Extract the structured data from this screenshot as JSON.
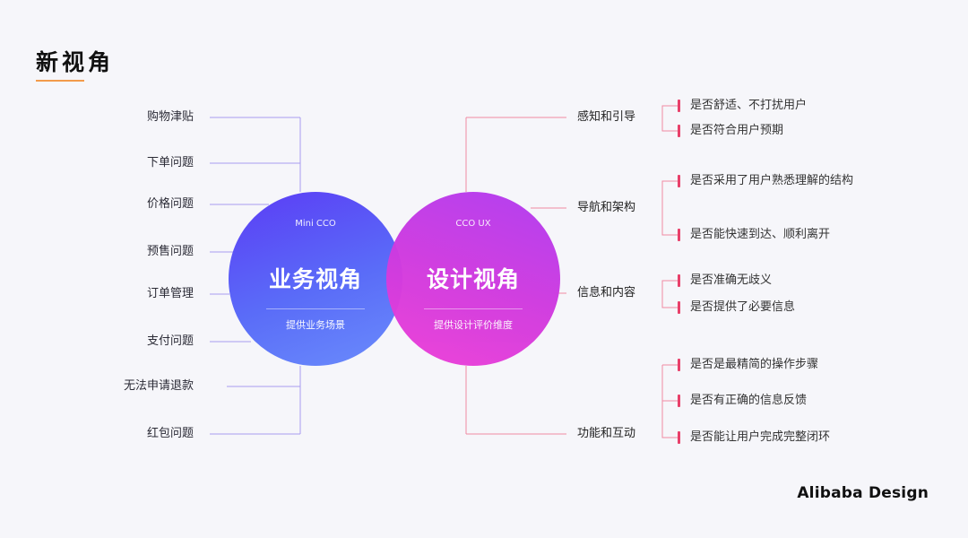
{
  "title": "新视角",
  "business": {
    "en": "Mini CCO",
    "name": "业务视角",
    "desc": "提供业务场景",
    "items": [
      "购物津贴",
      "下单问题",
      "价格问题",
      "预售问题",
      "订单管理",
      "支付问题",
      "无法申请退款",
      "红包问题"
    ]
  },
  "design": {
    "en": "CCO UX",
    "name": "设计视角",
    "desc": "提供设计评价维度",
    "categories": [
      {
        "label": "感知和引导",
        "subs": [
          "是否舒适、不打扰用户",
          "是否符合用户预期"
        ]
      },
      {
        "label": "导航和架构",
        "subs": [
          "是否采用了用户熟悉理解的结构",
          "是否能快速到达、顺利离开"
        ]
      },
      {
        "label": "信息和内容",
        "subs": [
          "是否准确无歧义",
          "是否提供了必要信息"
        ]
      },
      {
        "label": "功能和互动",
        "subs": [
          "是否是最精简的操作步骤",
          "是否有正确的信息反馈",
          "是否能让用户完成完整闭环"
        ]
      }
    ]
  },
  "brand": "Alibaba Design",
  "colors": {
    "left_line": "#a89cf0",
    "right_line": "#f08aa3",
    "accent": "#e8406a",
    "underline": "#f29b4b"
  }
}
